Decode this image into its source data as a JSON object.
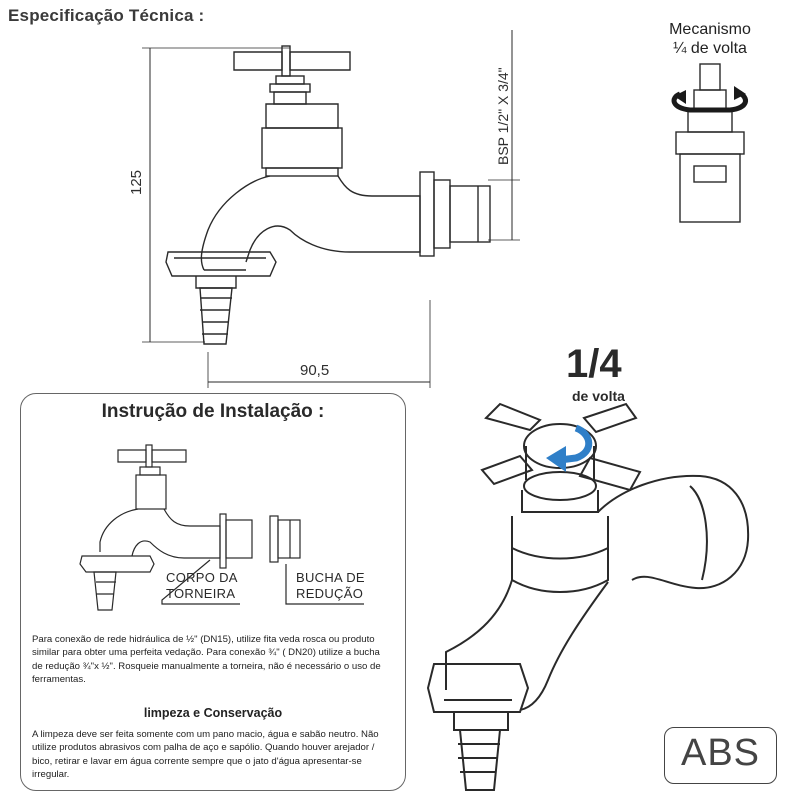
{
  "spec": {
    "title": "Especificação Técnica :",
    "height_dim": "125",
    "width_dim": "90,5",
    "thread_dim": "BSP 1/2\" X 3/4\""
  },
  "mechanism": {
    "line1": "Mecanismo",
    "line2": "¼ de volta"
  },
  "installation": {
    "title": "Instrução de Instalação :",
    "body_label_line1": "CORPO DA",
    "body_label_line2": "TORNEIRA",
    "bushing_label_line1": "BUCHA DE",
    "bushing_label_line2": "REDUÇÃO",
    "paragraph1": "Para conexão de rede hidráulica de ½\" (DN15), utilize fita veda rosca ou produto similar para obter uma perfeita vedação. Para conexão ¾\" ( DN20) utilize a bucha de redução ¾\"x ½\".  Rosqueie manualmente a torneira, não é necessário o uso de ferramentas.",
    "cleaning_title": "limpeza e Conservação",
    "paragraph2": "A limpeza deve ser feita somente com um pano macio, água e sabão neutro. Não utilize produtos  abrasivos com palha de aço e sapólio. Quando houver arejador / bico, retirar e lavar em água corrente sempre que o jato d'água apresentar-se irregular."
  },
  "turn": {
    "fraction": "1/4",
    "label": "de volta"
  },
  "material": {
    "label": "ABS"
  },
  "colors": {
    "arrow_blue": "#2f7fc8",
    "line": "#2a2a2a"
  },
  "icons": [
    "rotation-arrow-icon",
    "quarter-turn-arrow-icon"
  ]
}
